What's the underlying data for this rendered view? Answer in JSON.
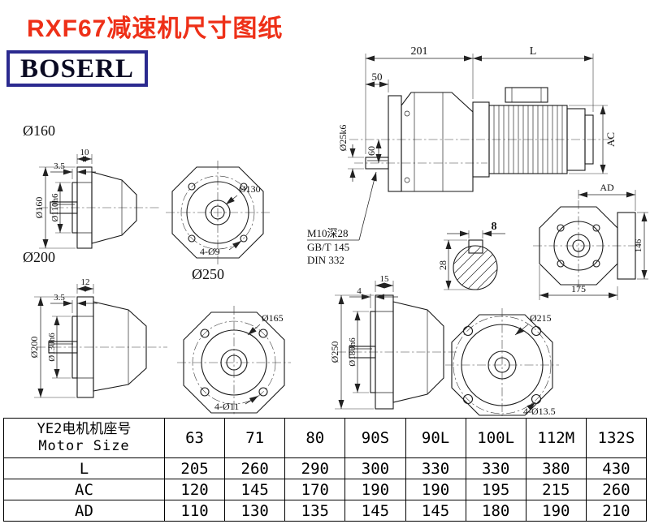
{
  "title": "RXF67减速机尺寸图纸",
  "brand": "BOSERL",
  "colors": {
    "title_red": "#ee3018",
    "logo_border_blue": "#2b2a8f",
    "line_black": "#1a1a1a"
  },
  "section_labels": {
    "flange160": "Ø160",
    "flange200": "Ø200",
    "flange250": "Ø250"
  },
  "assembly": {
    "dim_201": "201",
    "dim_L": "L",
    "dim_50": "50",
    "dim_shaft": "Ø25k6",
    "dim_60": "60",
    "dim_AC": "AC",
    "note_m10": "M10深28",
    "note_gbt": "GB/T 145",
    "note_din": "DIN 332"
  },
  "flange160": {
    "thickness": "10",
    "spigot": "3.5",
    "od": "Ø160",
    "pilot": "Ø110h6",
    "bolt_circle": "Ø130",
    "holes": "4-Ø9"
  },
  "flange200": {
    "thickness": "12",
    "spigot": "3.5",
    "od": "Ø200",
    "pilot": "Ø130h6",
    "bolt_circle": "Ø165",
    "holes": "4-Ø11"
  },
  "flange250": {
    "thickness": "15",
    "spigot": "4",
    "od": "Ø250",
    "pilot": "Ø180h6",
    "bolt_circle": "Ø215",
    "holes": "4-Ø13.5"
  },
  "key_section": {
    "key_width": "8",
    "height": "28"
  },
  "ad_view": {
    "dim_AD": "AD",
    "dim_height": "146",
    "dim_width": "175"
  },
  "table": {
    "header": {
      "label_cn": "YE2电机机座号",
      "label_en": "Motor Size",
      "sizes": [
        "63",
        "71",
        "80",
        "90S",
        "90L",
        "100L",
        "112M",
        "132S"
      ]
    },
    "rows": [
      {
        "label": "L",
        "values": [
          "205",
          "260",
          "290",
          "300",
          "330",
          "330",
          "380",
          "430"
        ]
      },
      {
        "label": "AC",
        "values": [
          "120",
          "145",
          "170",
          "190",
          "190",
          "195",
          "215",
          "260"
        ]
      },
      {
        "label": "AD",
        "values": [
          "110",
          "130",
          "135",
          "145",
          "145",
          "180",
          "190",
          "210"
        ]
      }
    ]
  }
}
